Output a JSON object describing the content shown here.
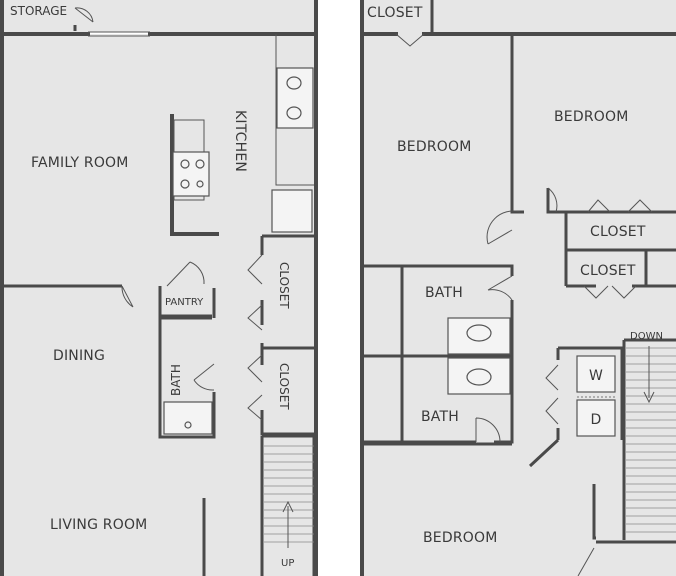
{
  "first_floor": {
    "labels": {
      "storage": "STORAGE",
      "family_room": "FAMILY ROOM",
      "kitchen": "KITCHEN",
      "pantry": "PANTRY",
      "closet_upper": "CLOSET",
      "closet_lower": "CLOSET",
      "dining": "DINING",
      "bath": "BATH",
      "living_room": "LIVING ROOM",
      "stairs": "UP"
    }
  },
  "second_floor": {
    "labels": {
      "closet_top": "CLOSET",
      "bedroom_left": "BEDROOM",
      "bedroom_right": "BEDROOM",
      "closet_right_1": "CLOSET",
      "closet_right_2": "CLOSET",
      "bath_upper": "BATH",
      "bath_lower": "BATH",
      "stairs": "DOWN",
      "washer": "W",
      "dryer": "D",
      "bedroom_bottom": "BEDROOM"
    }
  },
  "colors": {
    "floor": "#e6e6e6",
    "wall": "#4a4a4a",
    "background": "#ffffff"
  }
}
